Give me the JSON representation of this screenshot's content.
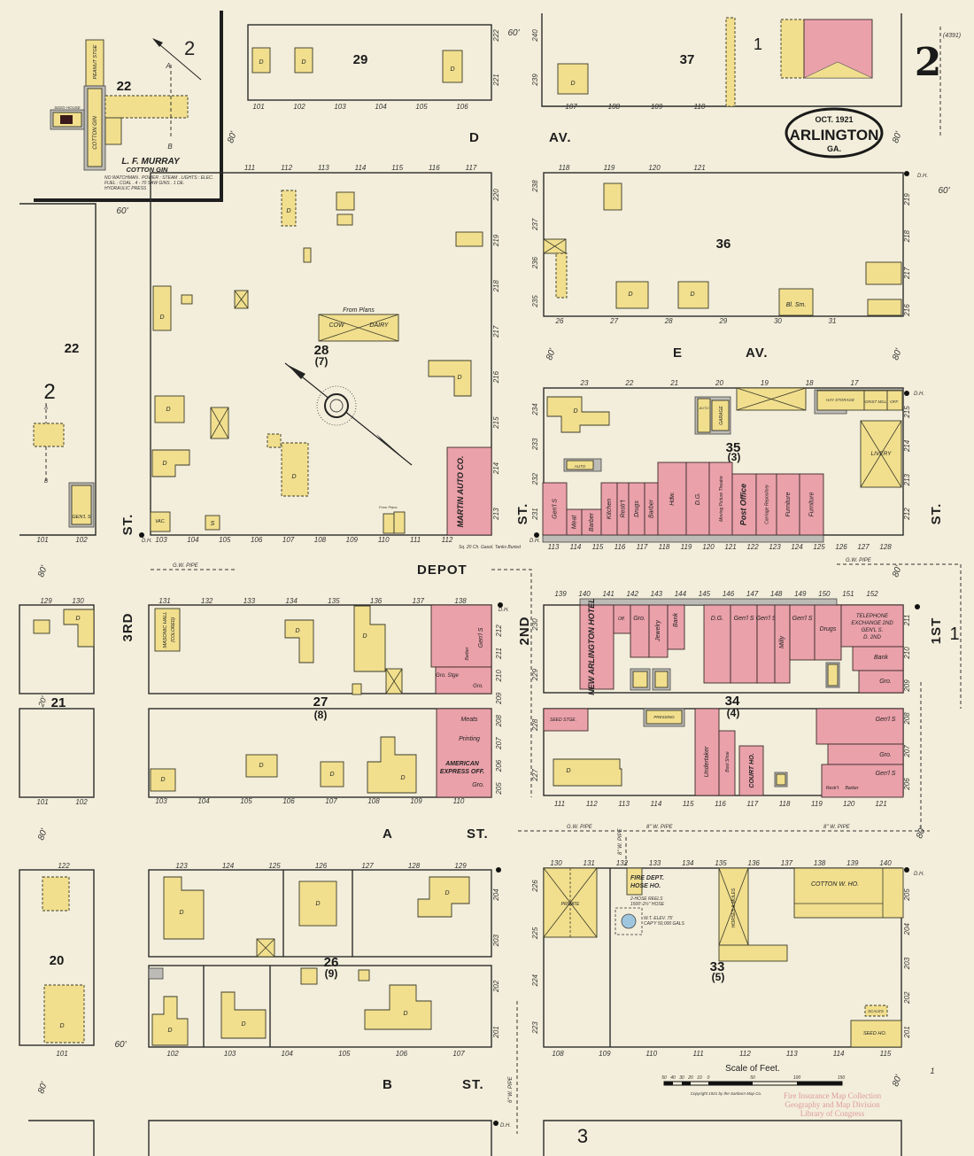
{
  "sheet": {
    "number": "2",
    "date": "OCT. 1921",
    "town": "ARLINGTON",
    "state": "GA.",
    "ref": "(4391)"
  },
  "inset": {
    "block": "22",
    "section_mark": "2",
    "section_a": "A",
    "section_b": "B",
    "owner": "L. F. MURRAY",
    "business": "COTTON GIN",
    "notes": [
      "NO WATCHMAN . POWER : STEAM . LIGHTS : ELEC.",
      "FUEL : COAL .  4 - 70 SAW GINS . 1 DE.",
      "HYDRAULIC PRESS"
    ],
    "buildings": [
      "PEANUT STGE",
      "COTTON GIN",
      "SEED HOUSE"
    ]
  },
  "streets": {
    "d_av": [
      "D",
      "AV."
    ],
    "e_av": [
      "E",
      "AV."
    ],
    "depot": "DEPOT",
    "a_st": [
      "A",
      "ST."
    ],
    "b_st": [
      "B",
      "ST."
    ],
    "third": [
      "3RD",
      "ST."
    ],
    "second": [
      "2ND",
      "ST."
    ],
    "first": [
      "1ST",
      "ST."
    ]
  },
  "blocks": {
    "b29": "29",
    "b37": "37",
    "b28": "28",
    "b28_sub": "(7)",
    "b36": "36",
    "b22": "22",
    "b35": "35",
    "b35_sub": "(3)",
    "b27": "27",
    "b27_sub": "(8)",
    "b34": "34",
    "b34_sub": "(4)",
    "b21": "21",
    "b20": "20",
    "b26": "26",
    "b26_sub": "(9)",
    "b33": "33",
    "b33_sub": "(5)"
  },
  "sheet_refs": {
    "top_left": "2",
    "left": "2",
    "section_a": "A",
    "section_b": "B",
    "top_mid": "1",
    "right": "1",
    "bottom": "3",
    "corner": "1"
  },
  "buildings": {
    "dwelling": "D",
    "b28": [
      "From Plans",
      "COW",
      "DAIRY",
      "MARTIN AUTO CO.",
      "From Plans",
      "S",
      "VAC."
    ],
    "b22": [
      "GEN'L S"
    ],
    "b36": [
      "Bl. Sm."
    ],
    "b35": [
      "GARAGE",
      "AUTO",
      "HAY STORAGE",
      "GRIST MILL",
      "OFF.",
      "LIVERY",
      "AUTO",
      "Gen'l S",
      "Meat",
      "Barber",
      "Kitchen",
      "Restr't",
      "Drugs",
      "Barber",
      "Hdw.",
      "D.G.",
      "Moving Picture Theatre",
      "Post Office",
      "Carriage Repository",
      "Furniture",
      "Furniture"
    ],
    "b34": [
      "NEW ARLINGTON HOTEL",
      "Off.",
      "Gro.",
      "Jewelry",
      "Bank",
      "D.G.",
      "Gen'l S",
      "Gen'l S",
      "Milly",
      "Gen'l S",
      "Drugs",
      "TELEPHONE",
      "EXCHANGE 2ND",
      "GEN'L S.",
      "D. 2ND",
      "Bank",
      "Gro.",
      "SEED STGE.",
      "PRESSING",
      "Undertaker",
      "Boot Shoe",
      "COURT HO.",
      "Gen'l S",
      "Gro.",
      "Restr't",
      "Barber",
      "Gen'l S"
    ],
    "b27": [
      "MASONIC HALL",
      "(COLORED)",
      "Gen'l S",
      "Gro. Stge",
      "Barber",
      "Gro.",
      "Meats",
      "Printing",
      "AMERICAN",
      "EXPRESS OFF.",
      "Gro."
    ],
    "b33": [
      "PRIVATE",
      "FIRE DEPT.",
      "HOSE HO.",
      "2-HOSE REELS",
      "1500'-2½\" HOSE",
      "W.T. ELEV. 75'",
      "CAP'Y 50,000 GALS",
      "HORSES & MULES",
      "COTTON W. HO.",
      "SCALES",
      "SEED HO."
    ]
  },
  "annotations": {
    "street_width_80": "80'",
    "street_width_60": "60'",
    "street_width_20": "20'",
    "dh": "D.H.",
    "gw_pipe": "G.W. PIPE",
    "pipe_8": "8\" W. PIPE",
    "pipe_6": "6\" W. PIPE",
    "tanks": "Sq. 20 Ch. Gasol. Tanks Buried"
  },
  "lots": {
    "b29": [
      "101",
      "102",
      "103",
      "104",
      "105",
      "106"
    ],
    "b37": [
      "107",
      "108",
      "109",
      "110"
    ],
    "b28_top": [
      "111",
      "112",
      "113",
      "114",
      "115",
      "116",
      "117"
    ],
    "b28_bot": [
      "103",
      "104",
      "105",
      "106",
      "107",
      "108",
      "109",
      "110",
      "111",
      "112"
    ],
    "b36_top": [
      "118",
      "119",
      "120",
      "121"
    ],
    "b36_bot": [
      "26",
      "27",
      "28",
      "29",
      "30",
      "31"
    ],
    "b35_top": [
      "23",
      "22",
      "21",
      "20",
      "19",
      "18",
      "17"
    ],
    "b35_bot": [
      "113",
      "114",
      "115",
      "116",
      "117",
      "118",
      "119",
      "120",
      "121",
      "122",
      "123",
      "124",
      "125",
      "126",
      "127",
      "128"
    ],
    "b22": [
      "101",
      "102"
    ],
    "b21_top": [
      "129",
      "130"
    ],
    "b21_bot": [
      "101",
      "102"
    ],
    "b27_top": [
      "131",
      "132",
      "133",
      "134",
      "135",
      "136",
      "137",
      "138"
    ],
    "b27_bot": [
      "103",
      "104",
      "105",
      "106",
      "107",
      "108",
      "109",
      "110"
    ],
    "b34_top": [
      "139",
      "140",
      "141",
      "142",
      "143",
      "144",
      "145",
      "146",
      "147",
      "148",
      "149",
      "150",
      "151",
      "152"
    ],
    "b34_bot": [
      "111",
      "112",
      "113",
      "114",
      "115",
      "116",
      "117",
      "118",
      "119",
      "120",
      "121"
    ],
    "b20_top": [
      "122"
    ],
    "b20_bot": [
      "101"
    ],
    "b26_top": [
      "123",
      "124",
      "125",
      "126",
      "127",
      "128",
      "129"
    ],
    "b26_bot": [
      "102",
      "103",
      "104",
      "105",
      "106",
      "107"
    ],
    "b33_top": [
      "130",
      "131",
      "132",
      "133",
      "134",
      "135",
      "136",
      "137",
      "138",
      "139",
      "140"
    ],
    "b33_bot": [
      "108",
      "109",
      "110",
      "111",
      "112",
      "113",
      "114",
      "115"
    ],
    "x2nd_w1": [
      "222",
      "221"
    ],
    "x2nd_w2": [
      "220",
      "219",
      "218",
      "217",
      "216",
      "215",
      "214",
      "213"
    ],
    "x2nd_w3": [
      "212",
      "211",
      "210",
      "209",
      "208",
      "207",
      "206",
      "205"
    ],
    "x2nd_w4": [
      "204",
      "203",
      "202",
      "201"
    ],
    "x2nd_e1": [
      "240",
      "239"
    ],
    "x2nd_e2": [
      "238",
      "237",
      "236",
      "235"
    ],
    "x2nd_e3": [
      "234",
      "233",
      "232",
      "231"
    ],
    "x2nd_e4": [
      "230",
      "229",
      "228",
      "227"
    ],
    "x2nd_e5": [
      "226",
      "225",
      "224",
      "223"
    ],
    "x1st_1": [
      "219",
      "218",
      "217",
      "216"
    ],
    "x1st_2": [
      "215",
      "214",
      "213",
      "212"
    ],
    "x1st_3": [
      "211",
      "210",
      "209",
      "208",
      "207",
      "206"
    ],
    "x1st_4": [
      "205",
      "204",
      "203",
      "202",
      "201"
    ]
  },
  "scale": {
    "title": "Scale of Feet.",
    "ticks": [
      "50",
      "40",
      "30",
      "20",
      "10",
      "0",
      "50",
      "100",
      "150"
    ]
  },
  "copyright": "Copyright 1921 by the Sanborn Map Co.",
  "stamp": [
    "Fire Insurance Map Collection",
    "Geography and Map Division",
    "Library of Congress"
  ],
  "colors": {
    "paper": "#f3eedb",
    "brick": "#eaa1aa",
    "frame": "#f1df8e",
    "stone_concrete": "#bdbbb5",
    "water_tank": "#9fc6df"
  }
}
